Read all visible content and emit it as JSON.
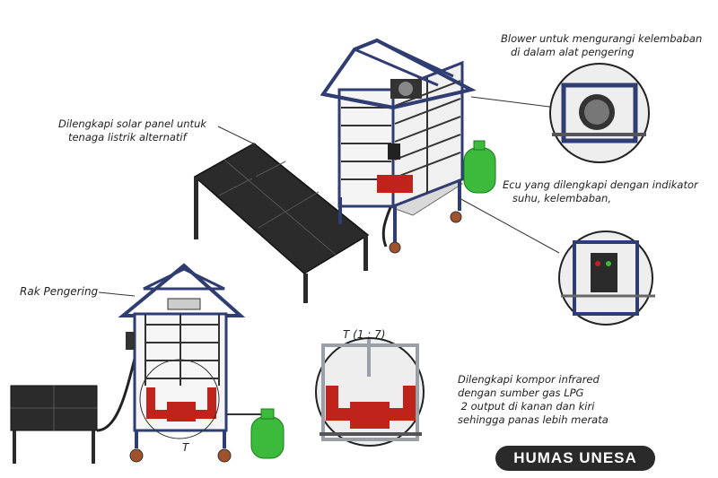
{
  "annotations": {
    "blower": "Blower untuk mengurangi kelembaban\n   di dalam alat pengering",
    "solar": "Dilengkapi solar panel untuk\n   tenaga listrik alternatif",
    "ecu": "Ecu yang dilengkapi dengan indikator\n   suhu, kelembaban,",
    "rack": "Rak Pengering",
    "stove": "Dilengkapi kompor infrared\ndengan sumber gas LPG\n 2 output di kanan dan kiri\nsehingga panas lebih merata"
  },
  "scale_label": "T (1 : 7)",
  "detail_marker": "T",
  "badge": "HUMAS UNESA",
  "colors": {
    "frame": "#2f3d73",
    "steel": "#9aa0a6",
    "panel": "#2b2b2b",
    "burner": "#c0231c",
    "lpg": "#3cba3c"
  }
}
